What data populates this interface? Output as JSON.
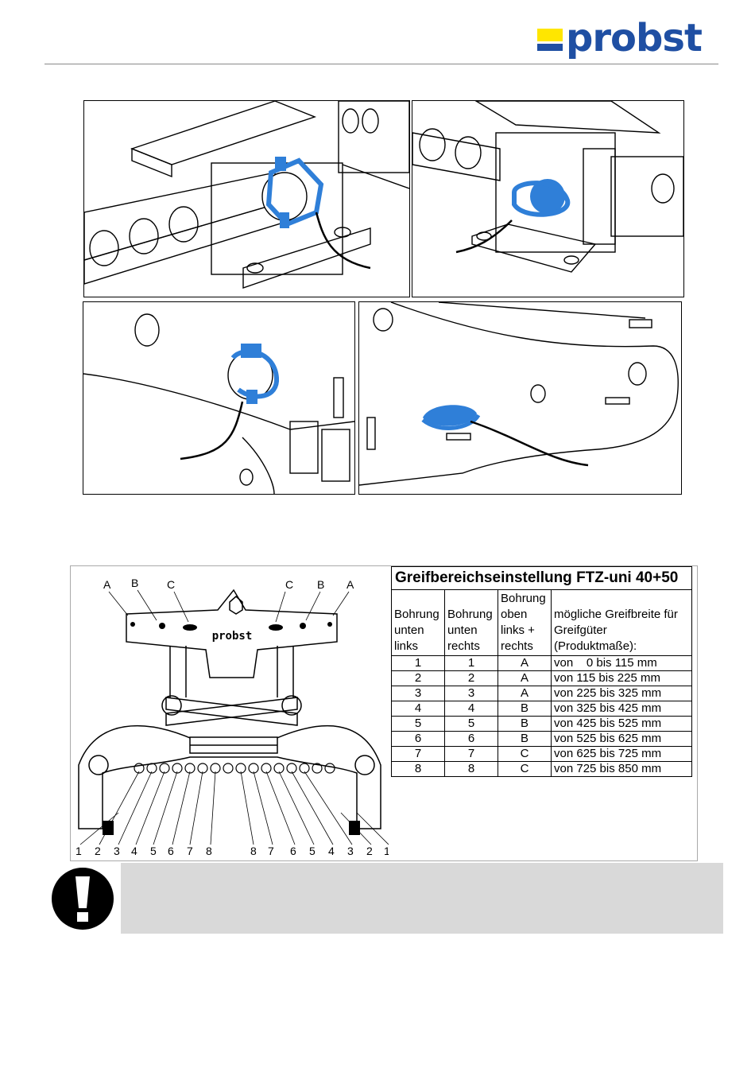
{
  "header": {
    "logo_text": "probst",
    "brand_blue": "#1f4fa3",
    "brand_yellow": "#ffe600"
  },
  "figures": {
    "photo_icons": [
      "safety-pin-photo",
      "safety-pin-photo",
      "safety-pin-photo",
      "safety-pin-photo"
    ],
    "diagram": {
      "top_labels": [
        "A",
        "B",
        "C",
        "C",
        "B",
        "A"
      ],
      "bottom_labels": [
        "1",
        "2",
        "3",
        "4",
        "5",
        "6",
        "7",
        "8",
        "8",
        "7",
        "6",
        "5",
        "4",
        "3",
        "2",
        "1"
      ],
      "plate_text": "probst"
    }
  },
  "table": {
    "title": "Greifbereichseinstellung FTZ-uni 40+50",
    "headers": [
      "Bohrung unten links",
      "Bohrung unten rechts",
      "Bohrung oben links + rechts",
      "mögliche Greifbreite für Greifgüter (Produktmaße):"
    ],
    "rows": [
      [
        "1",
        "1",
        "A",
        "von    0 bis 115 mm"
      ],
      [
        "2",
        "2",
        "A",
        "von 115 bis 225 mm"
      ],
      [
        "3",
        "3",
        "A",
        "von 225 bis 325 mm"
      ],
      [
        "4",
        "4",
        "B",
        "von 325 bis 425 mm"
      ],
      [
        "5",
        "5",
        "B",
        "von 425 bis 525 mm"
      ],
      [
        "6",
        "6",
        "B",
        "von 525 bis 625 mm"
      ],
      [
        "7",
        "7",
        "C",
        "von 625 bis 725 mm"
      ],
      [
        "8",
        "8",
        "C",
        "von 725 bis 850 mm"
      ]
    ]
  },
  "warning": {
    "icon": "exclamation-icon",
    "box_color": "#d9d9d9"
  }
}
